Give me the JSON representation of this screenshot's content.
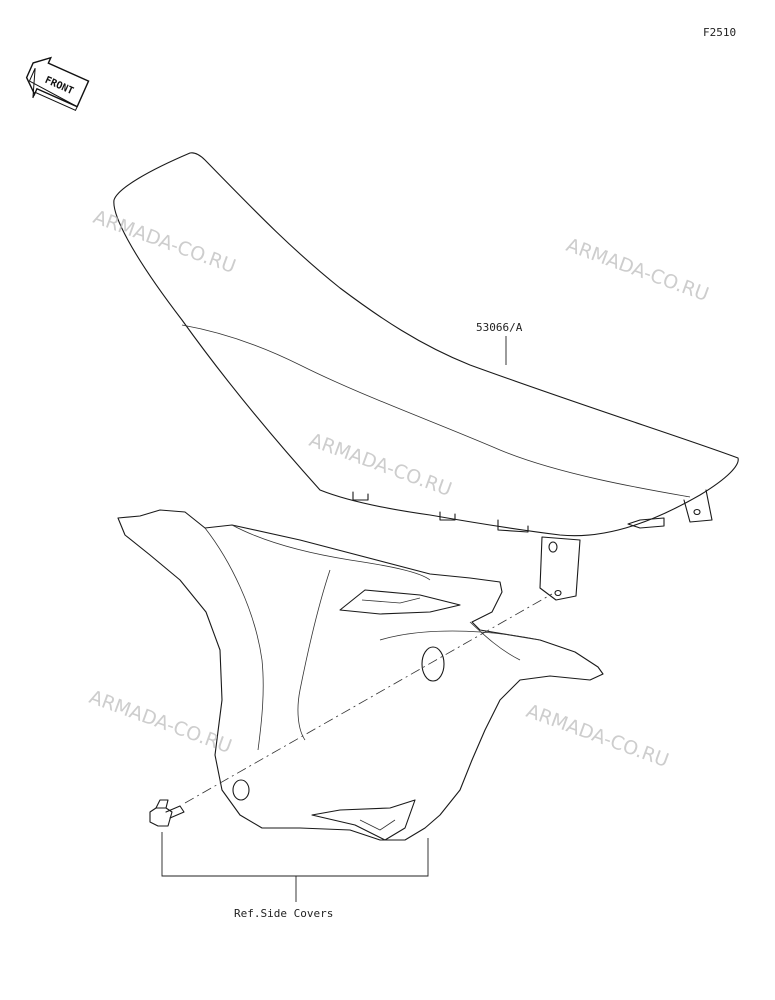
{
  "diagram": {
    "figure_code": "F2510",
    "front_label": "FRONT",
    "part_label": "53066/A",
    "ref_label": "Ref.Side Covers",
    "watermark": "ARMADA-CO.RU"
  }
}
